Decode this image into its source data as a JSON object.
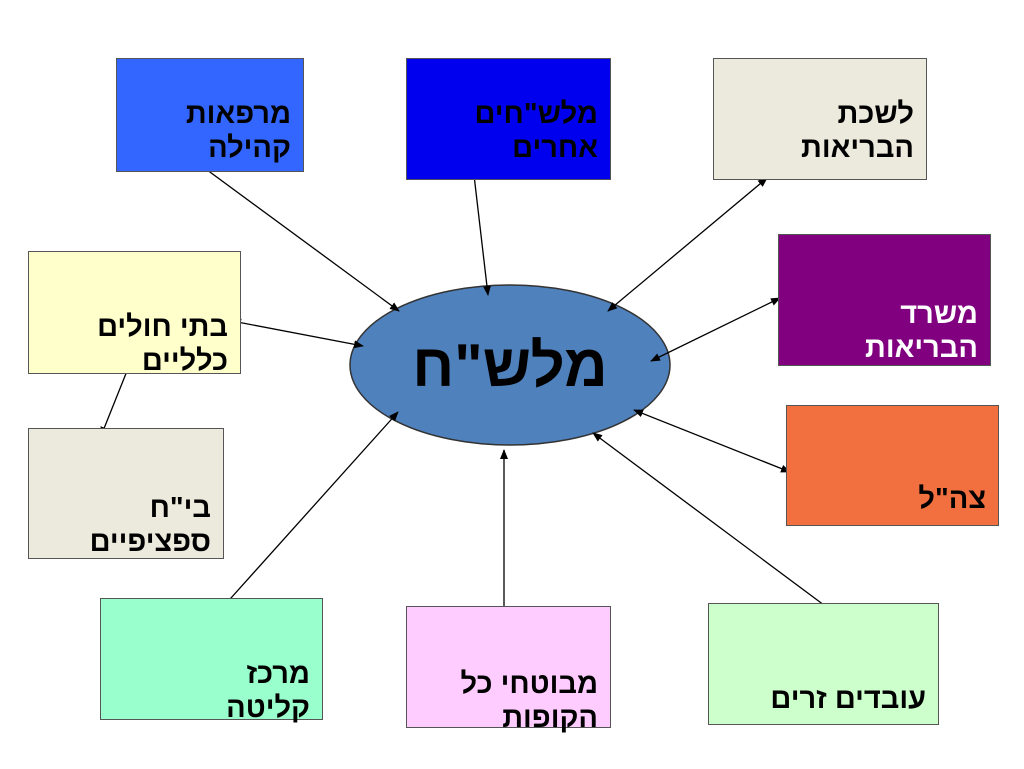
{
  "center": {
    "label": "מלש\"ח",
    "color": "#4f81bd"
  },
  "boxes": [
    {
      "id": "community-pharmacies",
      "label": "מרפאות\nקהילה",
      "color": "#3366ff"
    },
    {
      "id": "other-mlshch",
      "label": "מלש\"חים\nאחרים",
      "color": "#0000ee"
    },
    {
      "id": "health-bureau",
      "label": "לשכת\nהבריאות",
      "color": "#ece9dd"
    },
    {
      "id": "ministry-of-health",
      "label": "משרד\nהבריאות",
      "color": "#800080",
      "text_color": "#ffffff"
    },
    {
      "id": "general-hospitals",
      "label": "בתי חולים\nכלליים",
      "color": "#ffffcc"
    },
    {
      "id": "specific-hospitals",
      "label": "בי\"ח\nספציפיים",
      "color": "#ece9dd"
    },
    {
      "id": "idf",
      "label": "צה\"ל",
      "color": "#f26f3f"
    },
    {
      "id": "absorption-center",
      "label": "מרכז\nקליטה",
      "color": "#99ffcc"
    },
    {
      "id": "all-funds-insured",
      "label": "מבוטחי כל\nהקופות",
      "color": "#ffccff"
    },
    {
      "id": "foreign-workers",
      "label": "עובדים זרים",
      "color": "#ccffcc"
    }
  ],
  "arrow_color": "#000000"
}
